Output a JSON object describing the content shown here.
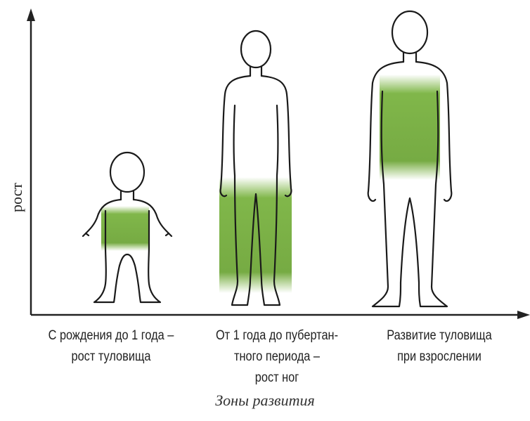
{
  "axis": {
    "y_label": "рост"
  },
  "stages": [
    {
      "lines": [
        "С рождения до 1 года –",
        "рост туловища"
      ],
      "zone": "torso"
    },
    {
      "lines": [
        "От 1 года до пубертан-",
        "тного периода –",
        "рост ног"
      ],
      "zone": "legs"
    },
    {
      "lines": [
        "Развитие туловища",
        "при взрослении"
      ],
      "zone": "torso"
    }
  ],
  "footer": "Зоны развития",
  "colors": {
    "zone_green": "#6aaa2a",
    "outline": "#1a1a1a"
  }
}
